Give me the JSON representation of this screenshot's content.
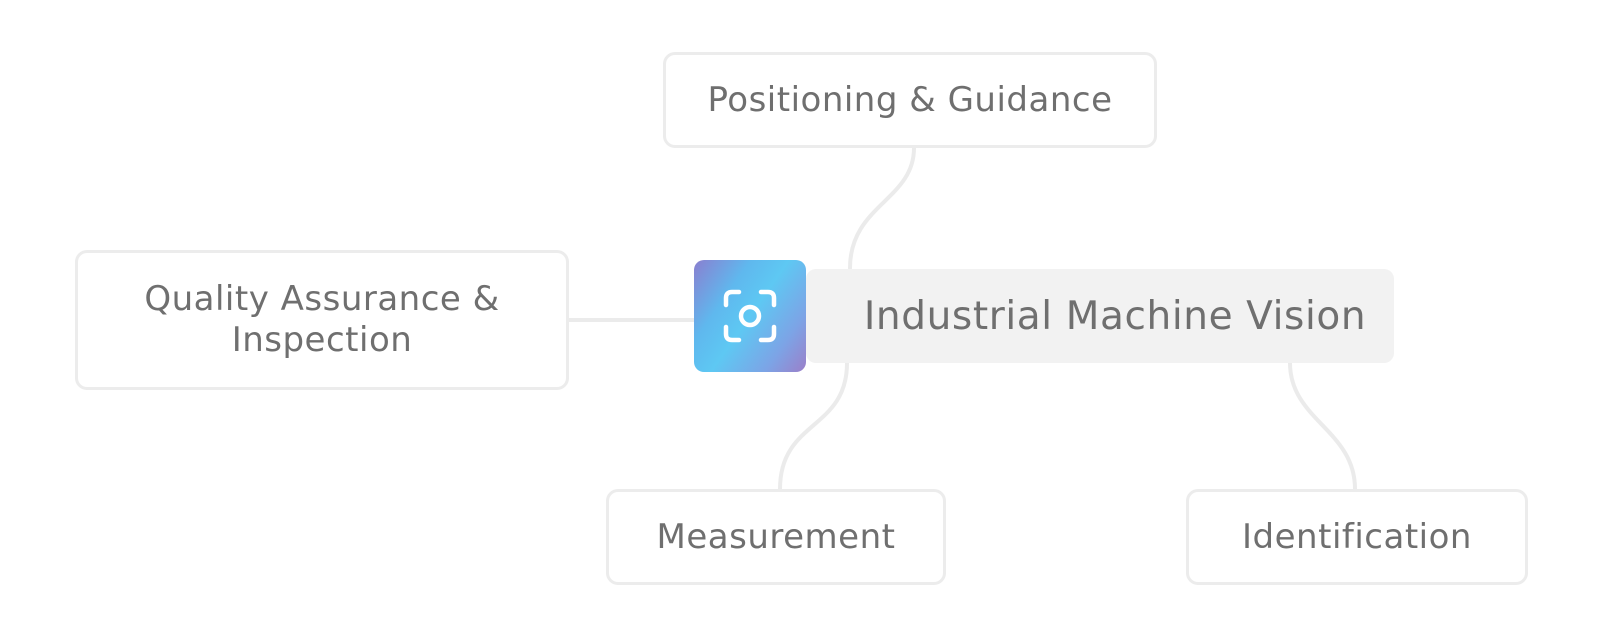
{
  "diagram": {
    "center": {
      "label": "Industrial Machine Vision",
      "icon": "camera-focus-icon",
      "icon_gradient": [
        "#8a7fd0",
        "#5ec8f3",
        "#9b7fc9"
      ]
    },
    "branches": [
      {
        "label": "Positioning & Guidance"
      },
      {
        "label": "Quality Assurance & Inspection"
      },
      {
        "label": "Measurement"
      },
      {
        "label": "Identification"
      }
    ],
    "colors": {
      "text": "#6f6f6f",
      "node_border": "#ececec",
      "center_background": "#f2f2f2",
      "connector": "#ebebeb"
    }
  }
}
